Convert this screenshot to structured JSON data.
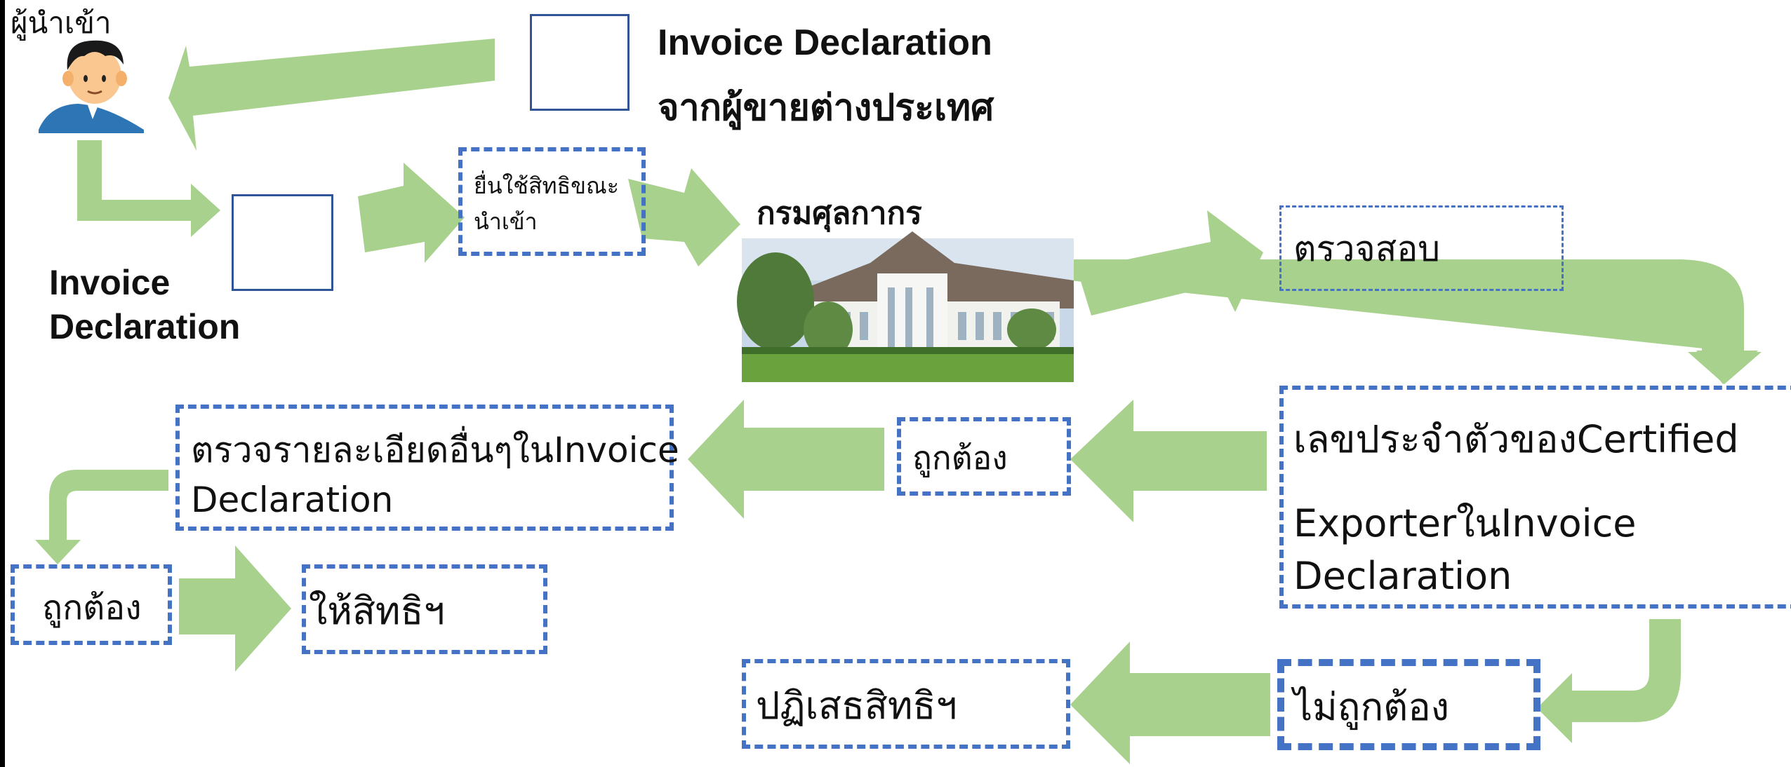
{
  "importer": {
    "label": "ผู้นำเข้า",
    "icon": "person-icon"
  },
  "invoice_from_seller": {
    "line1": "Invoice Declaration",
    "line2": "จากผู้ขายต่างประเทศ"
  },
  "invoice_declaration_label": "Invoice\nDeclaration",
  "claim_box": {
    "text": "ยื่นใช้สิทธิขณะ\nนำเข้า"
  },
  "customs": {
    "title": "กรมศุลกากร",
    "image": "customs-building-photo"
  },
  "check_box": {
    "text": "ตรวจสอบ"
  },
  "certified_box": {
    "line1": "เลขประจำตัวของCertified",
    "line2": "ExporterในInvoice",
    "line3": "Declaration"
  },
  "correct_box_1": {
    "text": "ถูกต้อง"
  },
  "other_details_box": {
    "line1": "ตรวจรายละเอียดอื่นๆในInvoice",
    "line2": "Declaration"
  },
  "correct_box_2": {
    "text": "ถูกต้อง"
  },
  "grant_box": {
    "text": "ให้สิทธิฯ"
  },
  "incorrect_box": {
    "text": "ไม่ถูกต้อง"
  },
  "reject_box": {
    "text": "ปฏิเสธสิทธิฯ"
  },
  "colors": {
    "arrow": "#a9d18e",
    "dashed_border": "#4472c4",
    "solid_border": "#2f5597"
  }
}
